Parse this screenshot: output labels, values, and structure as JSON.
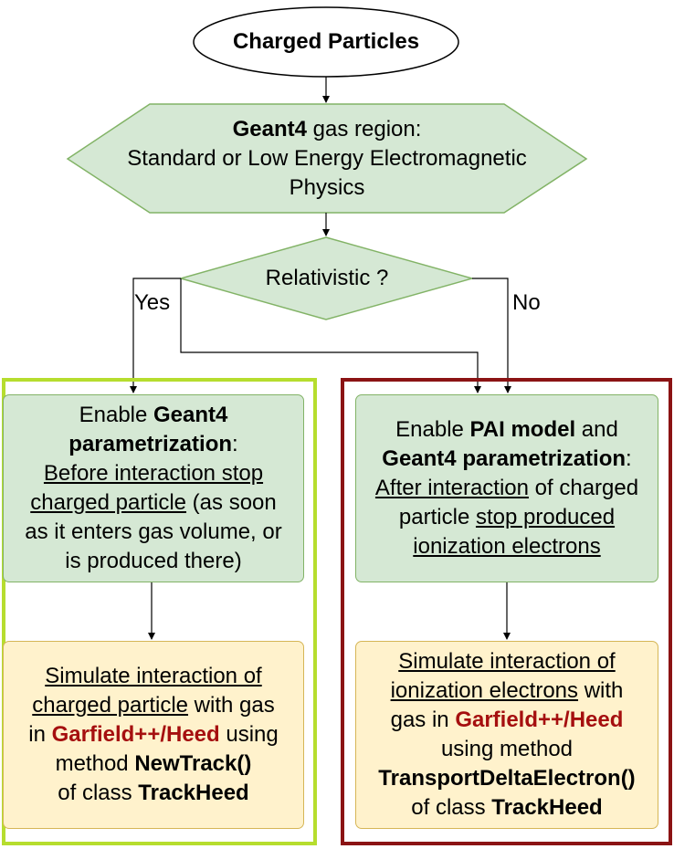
{
  "start": {
    "label": "Charged Particles"
  },
  "gas_region": {
    "line1_bold": "Geant4",
    "line1_rest": " gas region:",
    "line2": "Standard or Low Energy Electromagnetic",
    "line3": "Physics"
  },
  "decision": {
    "label": "Relativistic ?",
    "yes": "Yes",
    "no": "No"
  },
  "left_process": {
    "p1": "Enable ",
    "p1_bold": "Geant4",
    "p2_bold": "parametrization",
    "p2_rest": ":",
    "p3_u": "Before interaction stop",
    "p4_u": "charged particle",
    "p4_rest": " (as soon",
    "p5": "as it enters gas volume, or",
    "p6": "is produced there)"
  },
  "right_process": {
    "p1": "Enable ",
    "p1_bold": "PAI model",
    "p1_rest": " and",
    "p2_bold": "Geant4 parametrization",
    "p2_rest": ":",
    "p3_u": "After interaction",
    "p3_rest": " of charged",
    "p4": "particle ",
    "p4_u": "stop produced",
    "p5_u": "ionization electrons"
  },
  "left_sim": {
    "l1_u": "Simulate interaction of",
    "l2_u": "charged particle",
    "l2_rest": " with gas",
    "l3": "in ",
    "l3_red": "Garfield++/Heed",
    "l3_rest": " using",
    "l4": "method ",
    "l4_bold": "NewTrack()",
    "l5": "of class ",
    "l5_bold": "TrackHeed"
  },
  "right_sim": {
    "l1_u": "Simulate interaction of",
    "l2_u": "ionization electrons",
    "l2_rest": " with",
    "l3": "gas in ",
    "l3_red": "Garfield++/Heed",
    "l4": "using method",
    "l5_bold": "TransportDeltaElectron()",
    "l6": "of class ",
    "l6_bold": "TrackHeed"
  },
  "colors": {
    "process_fill": "#d5e8d4",
    "process_stroke": "#82b366",
    "sim_fill": "#fff2cc",
    "sim_stroke": "#d6b656",
    "left_frame": "#b6dd2e",
    "right_frame": "#8b1314",
    "highlight_text": "#a50f0f"
  }
}
